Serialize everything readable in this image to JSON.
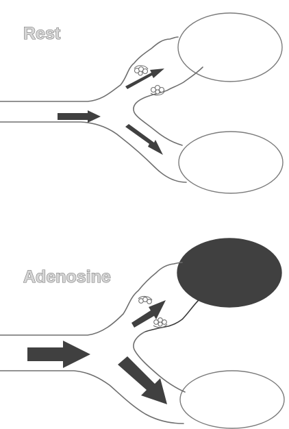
{
  "panels": [
    {
      "label": "Rest",
      "upper_cell_state": "unfilled",
      "lower_cell_state": "unfilled",
      "flow_level": "low"
    },
    {
      "label": "Adenosine",
      "upper_cell_state": "filled",
      "lower_cell_state": "unfilled",
      "flow_level": "high"
    }
  ],
  "colors": {
    "arrow": "#404040",
    "filled_cell": "#404040",
    "vessel_outline": "#6e6e6e",
    "label_fill": "#d6d6d6"
  }
}
